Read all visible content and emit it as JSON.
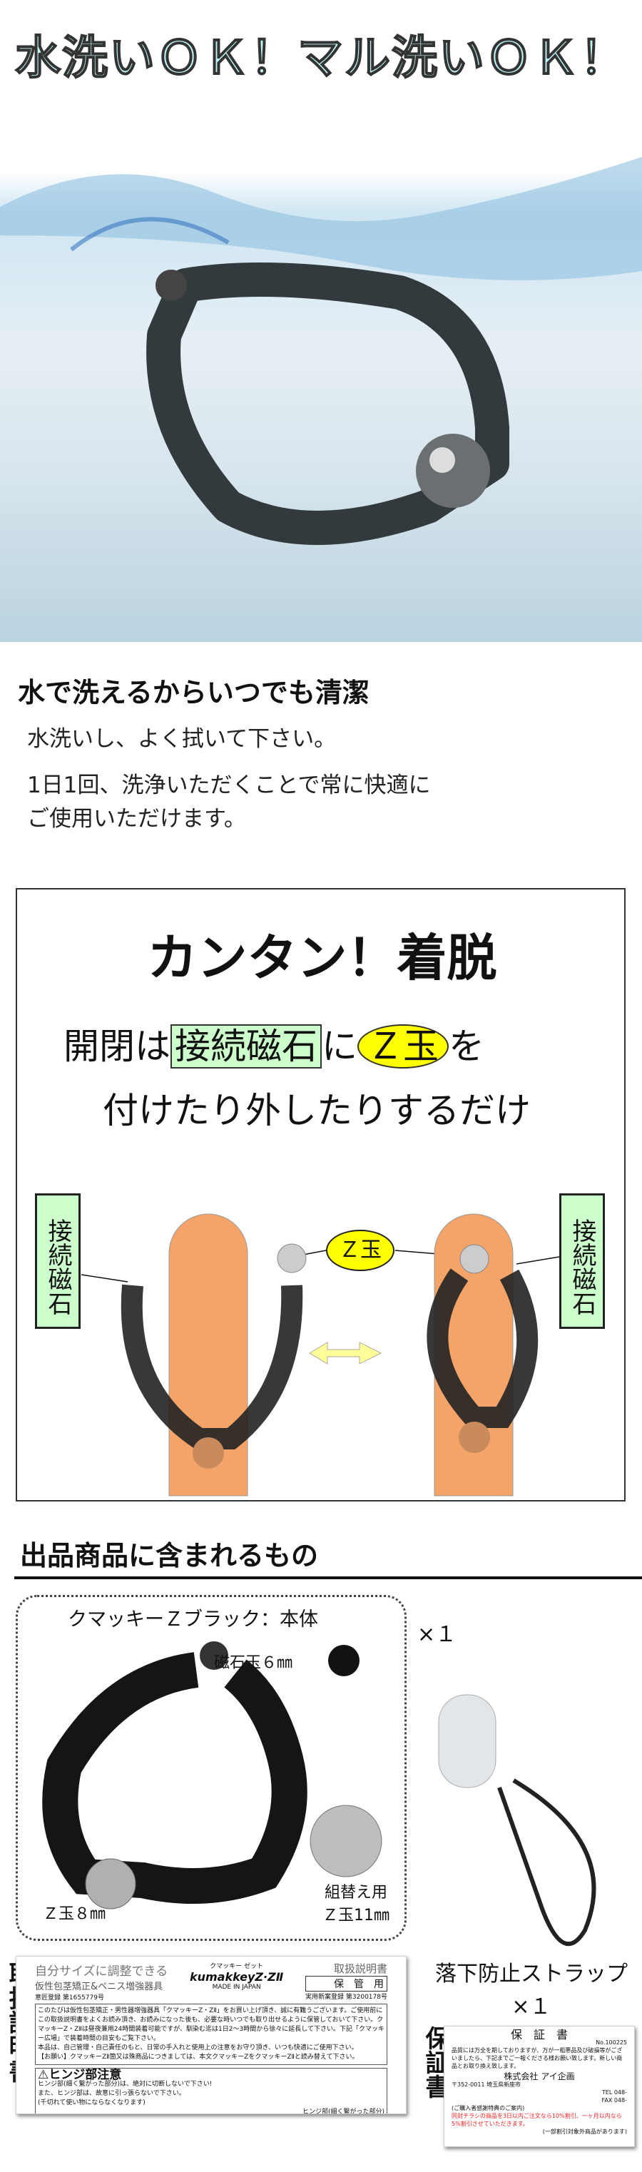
{
  "top_banner": {
    "title": "水洗いＯＫ！マル洗いＯＫ！"
  },
  "wash": {
    "heading": "水で洗えるからいつでも清潔",
    "line1": "水洗いし、よく拭いて下さい。",
    "line2": "1日1回、洗浄いただくことで常に快適に",
    "line3": "ご使用いただけます。"
  },
  "easy": {
    "title": "カンタン！着脱",
    "prefix": "開閉は",
    "magnet": "接続磁石",
    "mid": "に",
    "zball": "Ｚ玉",
    "suffix": "を",
    "line2": "付けたり外したりするだけ",
    "label_left": "接続磁石",
    "label_right": "接続磁石",
    "label_z": "Ｚ玉"
  },
  "included": {
    "heading": "出品商品に含まれるもの",
    "body_title": "クマッキーＺブラック：本体",
    "qty1": "×１",
    "magnet_ball": "磁石玉６㎜",
    "z8": "Ｚ玉８㎜",
    "spare1": "組替え用",
    "spare2": "Ｚ玉11㎜",
    "strap_title": "落下防止ストラップ",
    "strap_qty": "×１",
    "manual_label": "取扱説明書",
    "warranty_label": "保証書"
  },
  "manual": {
    "l1": "自分サイズに調整できる",
    "l2": "仮性包茎矯正&ペニス増強器具",
    "reg1": "意匠登録 第1655779号",
    "brand_kana": "クマッキー ゼット",
    "brand": "kumakkeyZ·ZⅡ",
    "made": "MADE IN JAPAN",
    "doc_title": "取扱説明書",
    "keep": "保　管　用",
    "reg2": "実用新案登録 第3200178号",
    "p1": "このたびは仮性包茎矯正・男性器増強器具「クマッキーZ・ZⅡ」をお買い上げ頂き、誠に有難うございます。ご使用前にこの取扱説明書をよくお読み頂き、お読みになった後も、必要な時いつでも取り出せるように保管しておいて下さい。クマッキーZ・ZⅡは昼夜兼用24時間装着可能ですが、馴染む迄は1日2〜3時間から徐々に延長して下さい。下記「クマッキー広場」で装着時間の目安もご覧下さい。",
    "p2": "本品は、自己管理・自己責任のもと、日常の手入れと使用上の注意をお守り頂き、いつも快適にご使用下さい。",
    "p3": "【お願い】クマッキーZⅡ箇又は殊商品につきましては、本文クマッキーZをクマッキーZⅡと読み替えて下さい。",
    "warn_title": "ヒンジ部注意",
    "w1": "ヒンジ部(細く繋がった部分)は、絶対に切断しないで下さい!",
    "w2": "また、ヒンジ部は、故意に引っ張らないで下さい。",
    "w3": "(千切れて使い物にならなくなります)",
    "hinge_caption": "ヒンジ部(細く繋がった部分)"
  },
  "warranty": {
    "title": "保　証　書",
    "no": "No.100225",
    "text": "品質には万全を期しておりますが、万が一粗悪品及び破損等がございましたら、下記までご一報くださる様お願い致します。新しい商品とお取り換え致します。",
    "company": "株式会社 アイ企画",
    "addr": "〒352-0011 埼玉県新座市",
    "tel": "TEL 048-",
    "fax": "FAX 048-",
    "notice": "(ご購入者感謝特典のご案内)",
    "red": "同封チラシの商品を3日以内ご注文なら10%割引、一ヶ月以内なら5%割引させていただきます。",
    "note": "(一部割引対象外商品があります)"
  }
}
